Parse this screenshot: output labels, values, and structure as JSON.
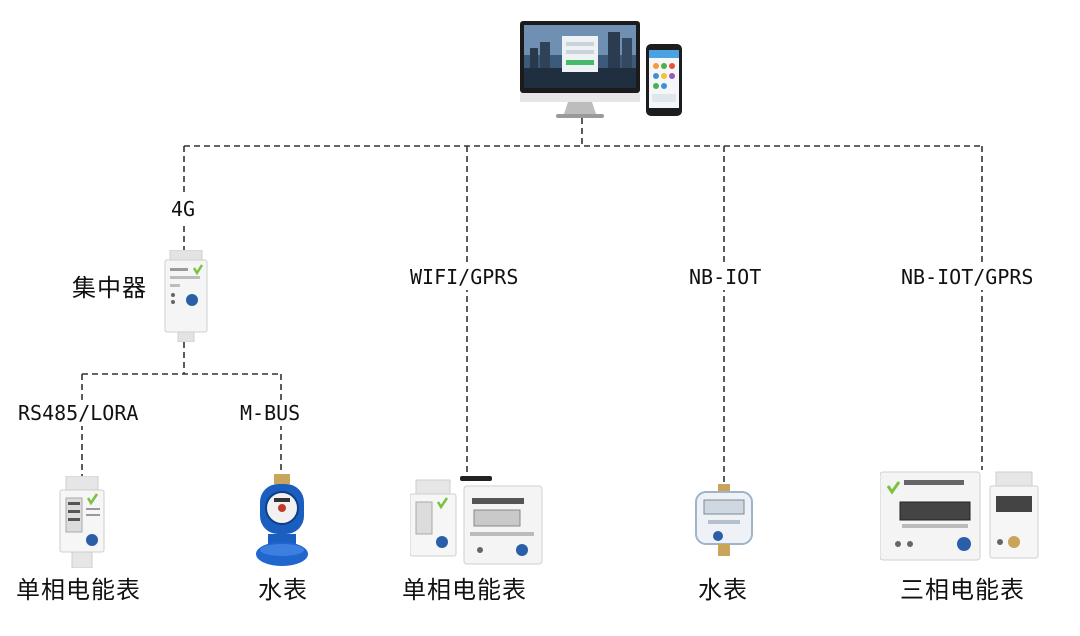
{
  "server": {
    "icon": "desktop-and-phone-icon"
  },
  "links": {
    "concentrator_uplink": "4G",
    "single_phase_wifi": "WIFI/GPRS",
    "water_nb": "NB-IOT",
    "three_phase_nb": "NB-IOT/GPRS",
    "rs485": "RS485/LORA",
    "mbus": "M-BUS"
  },
  "devices": {
    "concentrator": "集中器",
    "single_phase_meter_1": "单相电能表",
    "water_meter_1": "水表",
    "single_phase_meter_2": "单相电能表",
    "water_meter_2": "水表",
    "three_phase_meter": "三相电能表"
  },
  "colors": {
    "line": "#333333",
    "meter_green": "#7cc242",
    "knob_blue": "#2a5fa8",
    "water_blue": "#1a5fc0"
  }
}
